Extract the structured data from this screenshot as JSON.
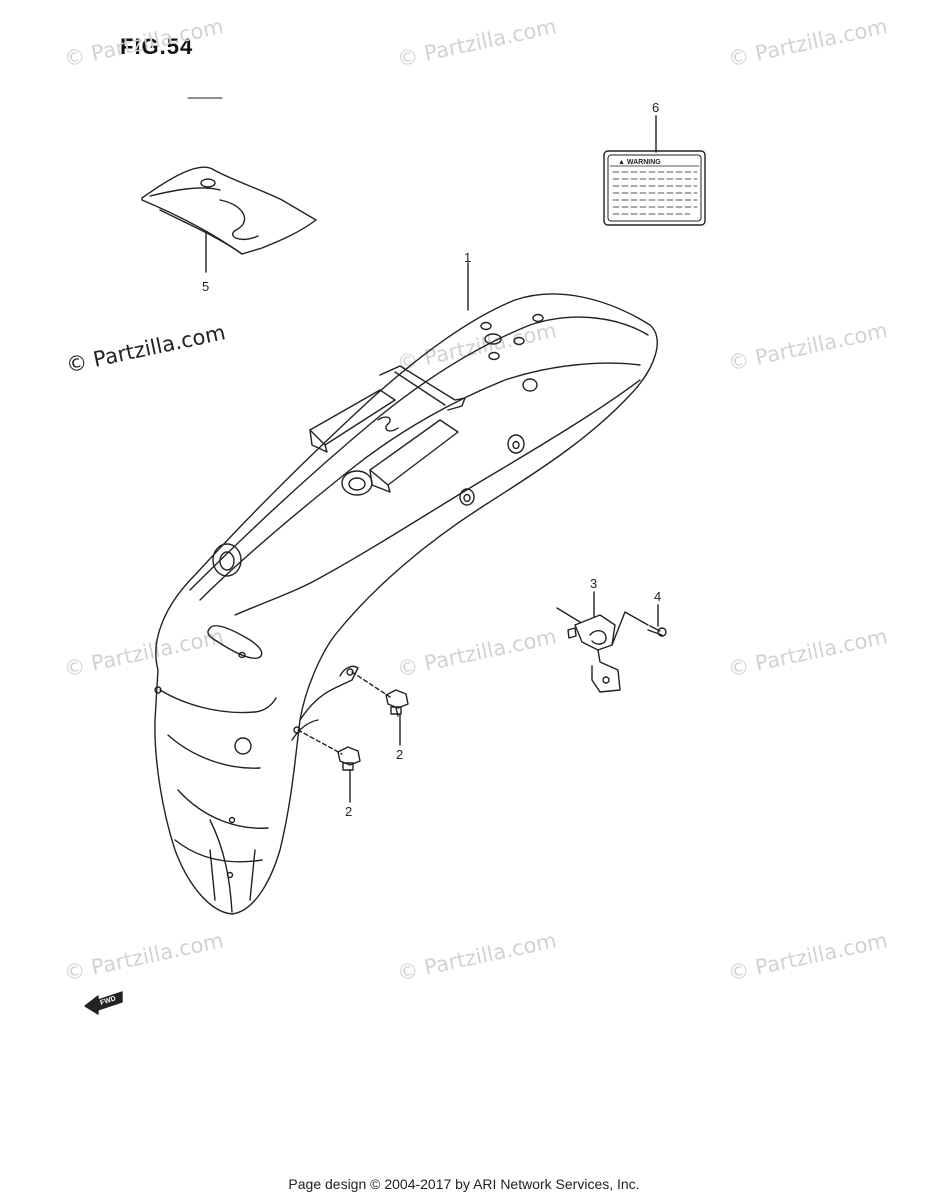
{
  "figure": {
    "title": "FIG.54"
  },
  "watermark": {
    "text": "© Partzilla.com"
  },
  "callouts": {
    "rear_fender": "1",
    "bolt_upper": "2",
    "bolt_lower": "2",
    "clamp": "3",
    "screw": "4",
    "tool_bag": "5",
    "warning_label": "6"
  },
  "warning_label": {
    "heading": "▲ WARNING"
  },
  "fwd_arrow": {
    "text": "FWD"
  },
  "footer": {
    "text": "Page design © 2004-2017 by ARI Network Services, Inc."
  },
  "colors": {
    "line": "#222222",
    "watermark": "#d2d2d2",
    "background": "#ffffff"
  }
}
